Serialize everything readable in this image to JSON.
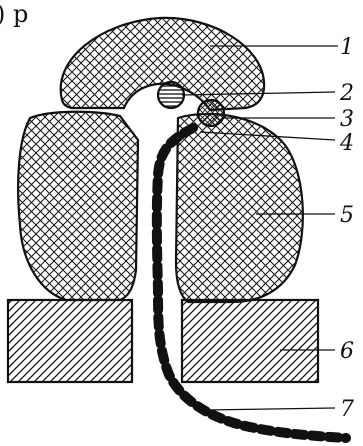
{
  "diagram": {
    "partial_header_text": ") p",
    "callouts": [
      {
        "id": "1",
        "label": "1"
      },
      {
        "id": "2",
        "label": "2"
      },
      {
        "id": "3",
        "label": "3"
      },
      {
        "id": "4",
        "label": "4"
      },
      {
        "id": "5",
        "label": "5"
      },
      {
        "id": "6",
        "label": "6"
      },
      {
        "id": "7",
        "label": "7"
      }
    ],
    "colors": {
      "ink": "#111111",
      "paper": "#ffffff"
    }
  }
}
